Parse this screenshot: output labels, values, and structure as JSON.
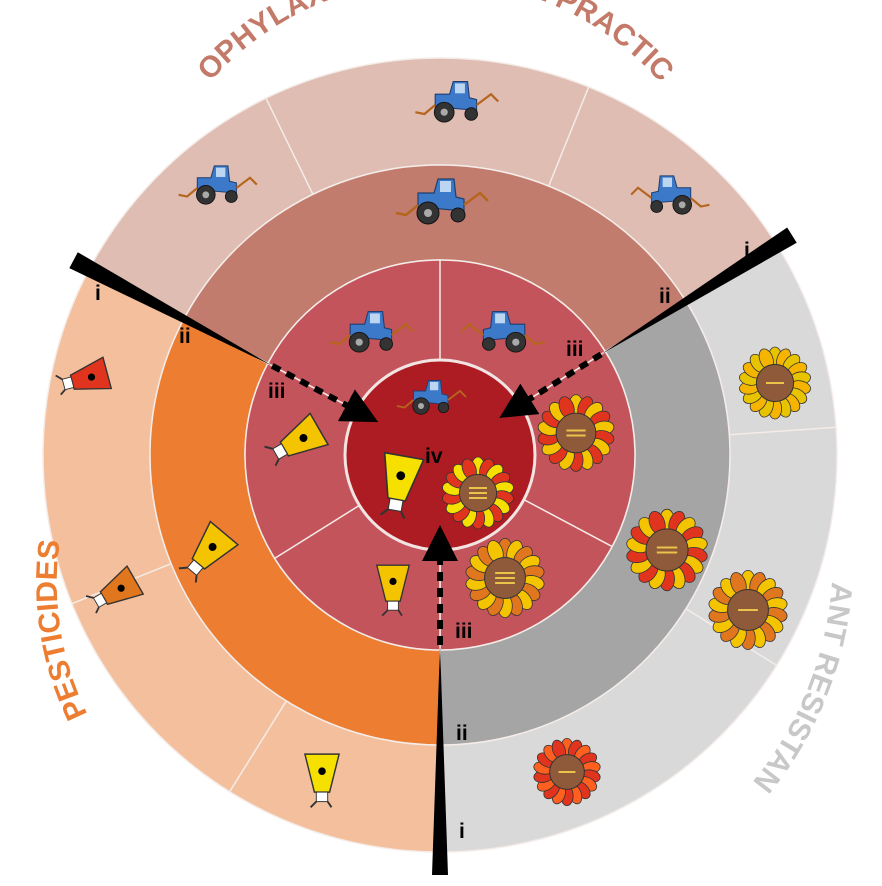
{
  "titles": {
    "prophylaxis": "PROPHYLAXIS – CULTURAL PRACTICES",
    "pesticides": "PESTICIDES",
    "plant_resistance": "PLANT RESISTANCE"
  },
  "levels": {
    "i": "i",
    "ii": "ii",
    "iii": "iii",
    "iv": "iv"
  },
  "colors": {
    "prophylaxis": [
      "#dfbdb2",
      "#c27c6e",
      "#c4545b"
    ],
    "pesticides": [
      "#f4bf9c",
      "#ed7d31",
      "#c4545b"
    ],
    "plant_resistance": [
      "#d9d9d9",
      "#a5a5a5",
      "#c4545b"
    ],
    "center": "#ad1c22",
    "prophylaxis_title": "#c47a69",
    "pesticides_title": "#ed7d31",
    "plant_resistance_title": "#c8c8c8",
    "tractor": "#3d79c9",
    "sunflower_center": "#8e5a3a"
  },
  "icons": [
    "tractor-icon",
    "sprayer-icon",
    "sunflower-icon",
    "divider-wedge-icon",
    "dashed-arrow-icon"
  ]
}
